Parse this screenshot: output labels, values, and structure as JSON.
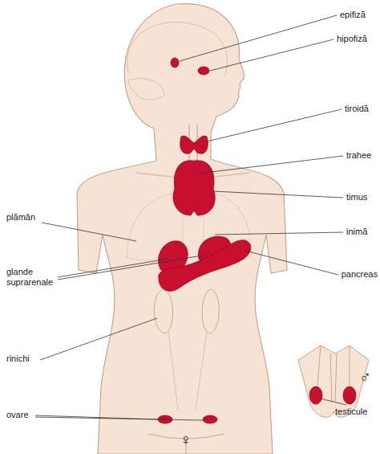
{
  "diagram": {
    "labels": [
      "epifiză",
      "hipofiză",
      "tiroidă",
      "trahee",
      "timus",
      "plămân",
      "inimă",
      "glande suprarenale",
      "pancreas",
      "rinichi",
      "ovare",
      "♂",
      "testicule",
      "♀"
    ]
  }
}
